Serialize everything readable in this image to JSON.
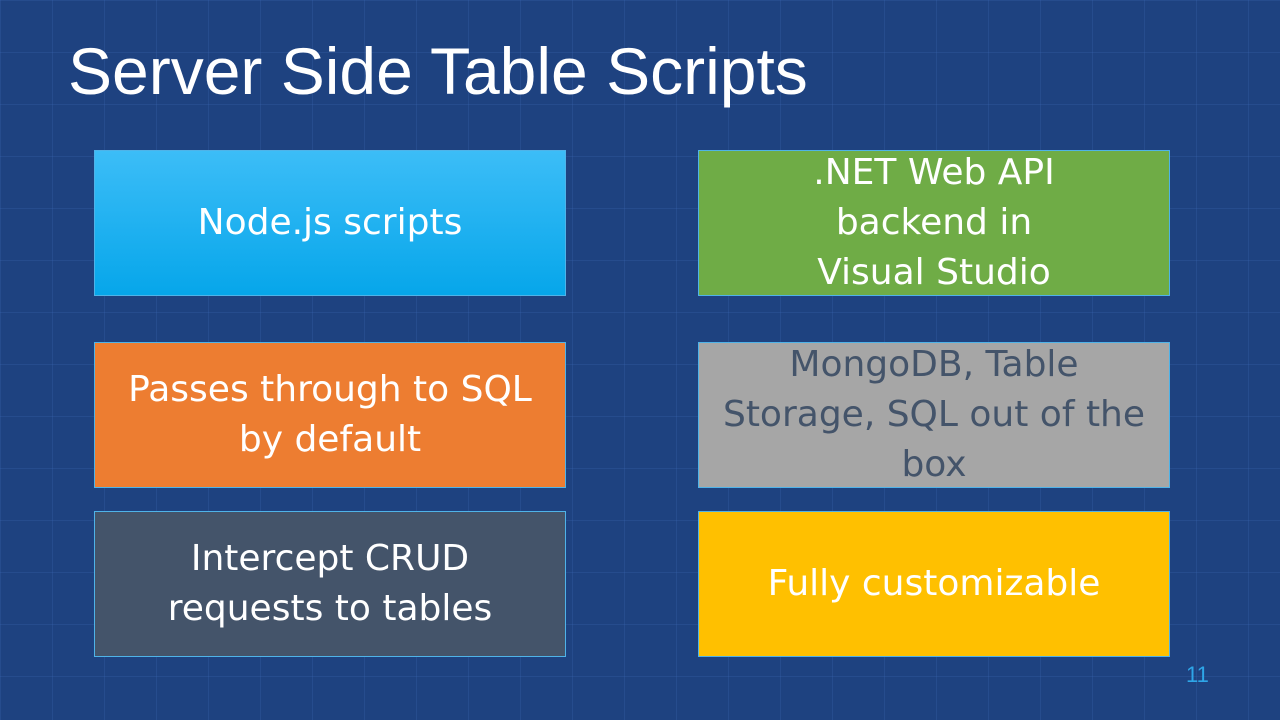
{
  "slide": {
    "title": "Server Side Table Scripts",
    "page_number": "11"
  },
  "boxes": {
    "node_scripts": "Node.js scripts",
    "dotnet_web_api": ".NET Web API backend in Visual Studio",
    "passes_through_sql": "Passes through to SQL by default",
    "mongodb_table_storage": "MongoDB, Table Storage, SQL out of the box",
    "intercept_crud": "Intercept CRUD requests to tables",
    "fully_customizable": "Fully customizable"
  },
  "colors": {
    "background": "#1e4280",
    "node_box": "#0aa8ec",
    "dotnet_box": "#6fac46",
    "sql_box": "#ed7d31",
    "mongodb_box": "#a6a6a6",
    "crud_box": "#44546a",
    "custom_box": "#ffc000",
    "page_number": "#2ea6e8"
  }
}
